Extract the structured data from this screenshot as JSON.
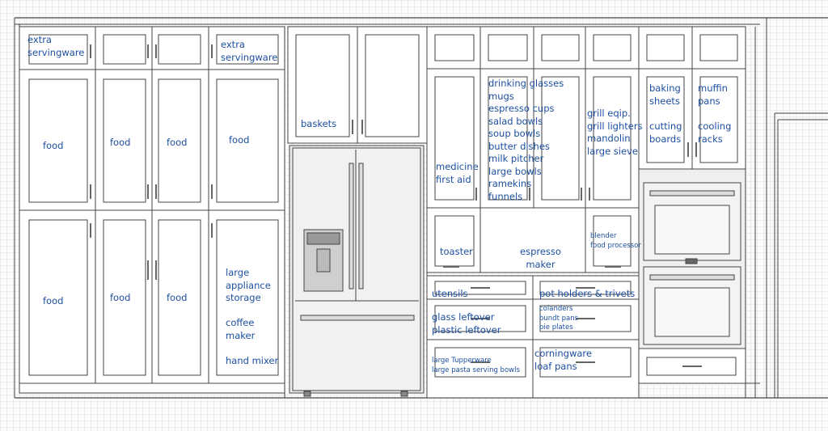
{
  "colors": {
    "line": "#444444",
    "label": "#1d4fa0",
    "panel": "#ffffff",
    "appliance": "#ececec"
  },
  "labels": {
    "extra_servingware_1": "extra\nservingware",
    "extra_servingware_2": "extra\nservingware",
    "food_1": "food",
    "food_2": "food",
    "food_3": "food",
    "food_4": "food",
    "food_5": "food",
    "food_6": "food",
    "food_7": "food",
    "large_appliance_storage": "large\nappliance\nstorage",
    "coffee_maker": "coffee\nmaker",
    "hand_mixer": "hand mixer",
    "baskets": "baskets",
    "medicine_first_aid": "medicine\nfirst aid",
    "dish_list": "drinking glasses\nmugs\nespresso cups\nsalad bowls\nsoup bowls\nbutter dishes\nmilk pitcher\nlarge bowls\nramekins\nfunnels",
    "grill_list": "grill eqip.\ngrill lighters\nmandolin\nlarge sieve",
    "baking_sheets": "baking\nsheets",
    "muffin_pans": "muffin\npans",
    "cutting_boards": "cutting\nboards",
    "cooling_racks": "cooling\nracks",
    "toaster": "toaster",
    "espresso_maker": "espresso\nmaker",
    "blender_food_processor": "blender\nfood processor",
    "utensils": "utensils",
    "pot_holders_trivets": "pot holders & trivets",
    "glass_plastic_leftover": "glass leftover\nplastic leftover",
    "colanders_bundt_pie": "colanders\nbundt pans\npie plates",
    "tupperware_pasta_bowls": "large Tupperware\nlarge pasta serving bowls",
    "corningware_loaf_pans": "corningware\nloaf pans"
  }
}
